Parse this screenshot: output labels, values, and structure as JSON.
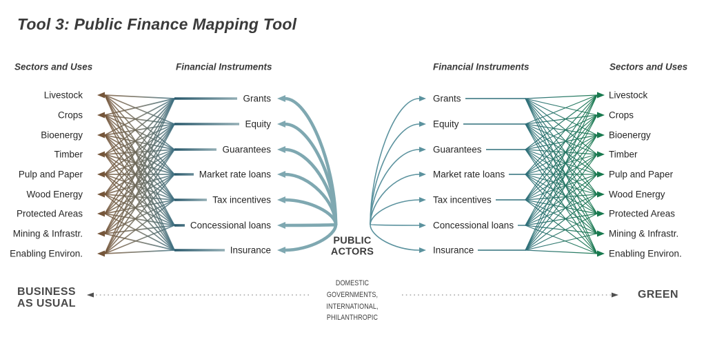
{
  "page": {
    "title": "Tool 3: Public Finance Mapping Tool"
  },
  "columns": {
    "sectors_left_header": "Sectors and Uses",
    "instruments_left_header": "Financial Instruments",
    "instruments_right_header": "Financial Instruments",
    "sectors_right_header": "Sectors and Uses"
  },
  "sectors": [
    "Livestock",
    "Crops",
    "Bioenergy",
    "Timber",
    "Pulp and Paper",
    "Wood Energy",
    "Protected Areas",
    "Mining & Infrastr.",
    "Enabling Environ."
  ],
  "instruments": [
    "Grants",
    "Equity",
    "Guarantees",
    "Market rate loans",
    "Tax incentives",
    "Concessional loans",
    "Insurance"
  ],
  "center": {
    "public_actors": "PUBLIC ACTORS",
    "actor_types": "DOMESTIC GOVERNMENTS, INTERNATIONAL, PHILANTHROPIC"
  },
  "axis": {
    "left_label": "BUSINESS AS USUAL",
    "right_label": "GREEN"
  },
  "colors": {
    "link_brown": "#75563a",
    "link_mid": "#6b6a5c",
    "link_teal": "#3e7082",
    "bar_dark": "#28586b",
    "bar_light": "#93aeb5",
    "curve_thick": "#7fa8b1",
    "curve_thin": "#5b929e",
    "line_teal": "#2f6f7a",
    "green": "#18794e",
    "dotted_gray": "#909090",
    "arrow_gray": "#4f4f4f",
    "text_dark": "#3a3a3a"
  }
}
